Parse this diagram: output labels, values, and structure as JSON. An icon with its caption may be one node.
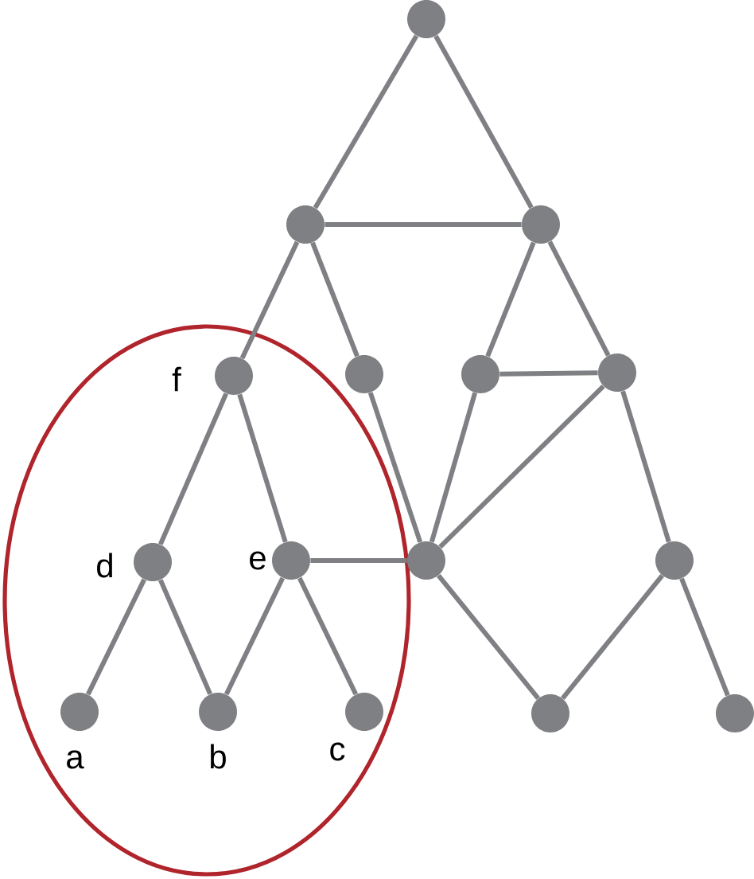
{
  "diagram": {
    "nodes": [
      {
        "text": [],
        "shape": "circle"
      },
      {
        "text": [],
        "shape": "circle"
      },
      {
        "text": [],
        "shape": "circle"
      },
      {
        "text": [],
        "shape": "ellipse"
      },
      {
        "text": [],
        "shape": "circle",
        "beside": [
          "f"
        ],
        "in": 3
      },
      {
        "text": [],
        "shape": "circle"
      },
      {
        "text": [],
        "shape": "circle"
      },
      {
        "text": [],
        "shape": "circle"
      },
      {
        "text": [],
        "shape": "circle",
        "beside": [
          "d"
        ],
        "in": 3
      },
      {
        "text": [],
        "shape": "circle",
        "beside": [
          "e"
        ],
        "in": 3
      },
      {
        "text": [],
        "shape": "circle"
      },
      {
        "text": [],
        "shape": "circle"
      },
      {
        "text": [],
        "shape": "circle",
        "beside": [
          "a"
        ],
        "in": 3
      },
      {
        "text": [],
        "shape": "circle",
        "beside": [
          "b"
        ],
        "in": 3
      },
      {
        "text": [],
        "shape": "circle",
        "beside": [
          "c"
        ],
        "in": 3
      },
      {
        "text": [],
        "shape": "circle"
      },
      {
        "text": [],
        "shape": "circle"
      }
    ],
    "edges": [
      {
        "from": 0,
        "to": 1,
        "arrow": "none"
      },
      {
        "from": 0,
        "to": 2,
        "arrow": "none"
      },
      {
        "from": 1,
        "to": 2,
        "arrow": "none"
      },
      {
        "from": 1,
        "to": 4,
        "arrow": "none"
      },
      {
        "from": 1,
        "to": 5,
        "arrow": "none"
      },
      {
        "from": 2,
        "to": 6,
        "arrow": "none"
      },
      {
        "from": 2,
        "to": 7,
        "arrow": "none"
      },
      {
        "from": 6,
        "to": 7,
        "arrow": "none"
      },
      {
        "from": 4,
        "to": 8,
        "arrow": "none"
      },
      {
        "from": 4,
        "to": 9,
        "arrow": "none"
      },
      {
        "from": 8,
        "to": 12,
        "arrow": "none"
      },
      {
        "from": 8,
        "to": 13,
        "arrow": "none"
      },
      {
        "from": 9,
        "to": 13,
        "arrow": "none"
      },
      {
        "from": 9,
        "to": 14,
        "arrow": "none"
      },
      {
        "from": 9,
        "to": 10,
        "arrow": "none"
      },
      {
        "from": 5,
        "to": 10,
        "arrow": "none"
      },
      {
        "from": 6,
        "to": 10,
        "arrow": "none"
      },
      {
        "from": 7,
        "to": 10,
        "arrow": "none"
      },
      {
        "from": 7,
        "to": 11,
        "arrow": "none"
      },
      {
        "from": 10,
        "to": 15,
        "arrow": "none"
      },
      {
        "from": 11,
        "to": 15,
        "arrow": "none"
      },
      {
        "from": 11,
        "to": 16,
        "arrow": "none"
      }
    ]
  }
}
